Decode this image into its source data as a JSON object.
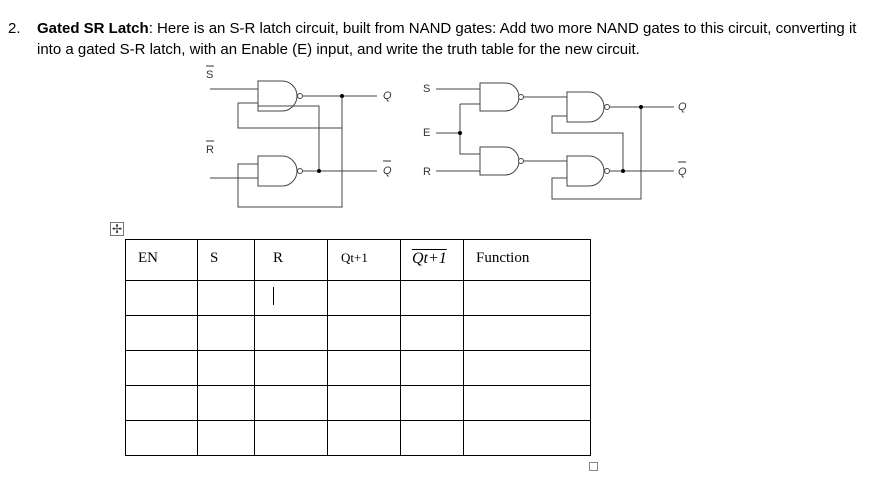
{
  "question": {
    "number": "2.",
    "title": "Gated SR Latch",
    "text": ": Here is an S-R latch circuit, built from NAND gates: Add two more NAND gates to this circuit, converting it into a gated S-R latch, with an Enable (E) input, and write the truth table for the new circuit."
  },
  "latch_labels": {
    "s_bar": "S",
    "r_bar": "R",
    "q": "Q",
    "q_bar": "Q"
  },
  "gated_labels": {
    "s": "S",
    "e": "E",
    "r": "R",
    "q": "Q",
    "q_bar": "Q"
  },
  "table": {
    "headers": [
      "EN",
      "S",
      "R",
      "Qt+1",
      "Qt+1",
      "Function"
    ],
    "row_count": 5
  },
  "icons": {
    "move": "move-handle-icon",
    "resize": "resize-handle-icon"
  }
}
